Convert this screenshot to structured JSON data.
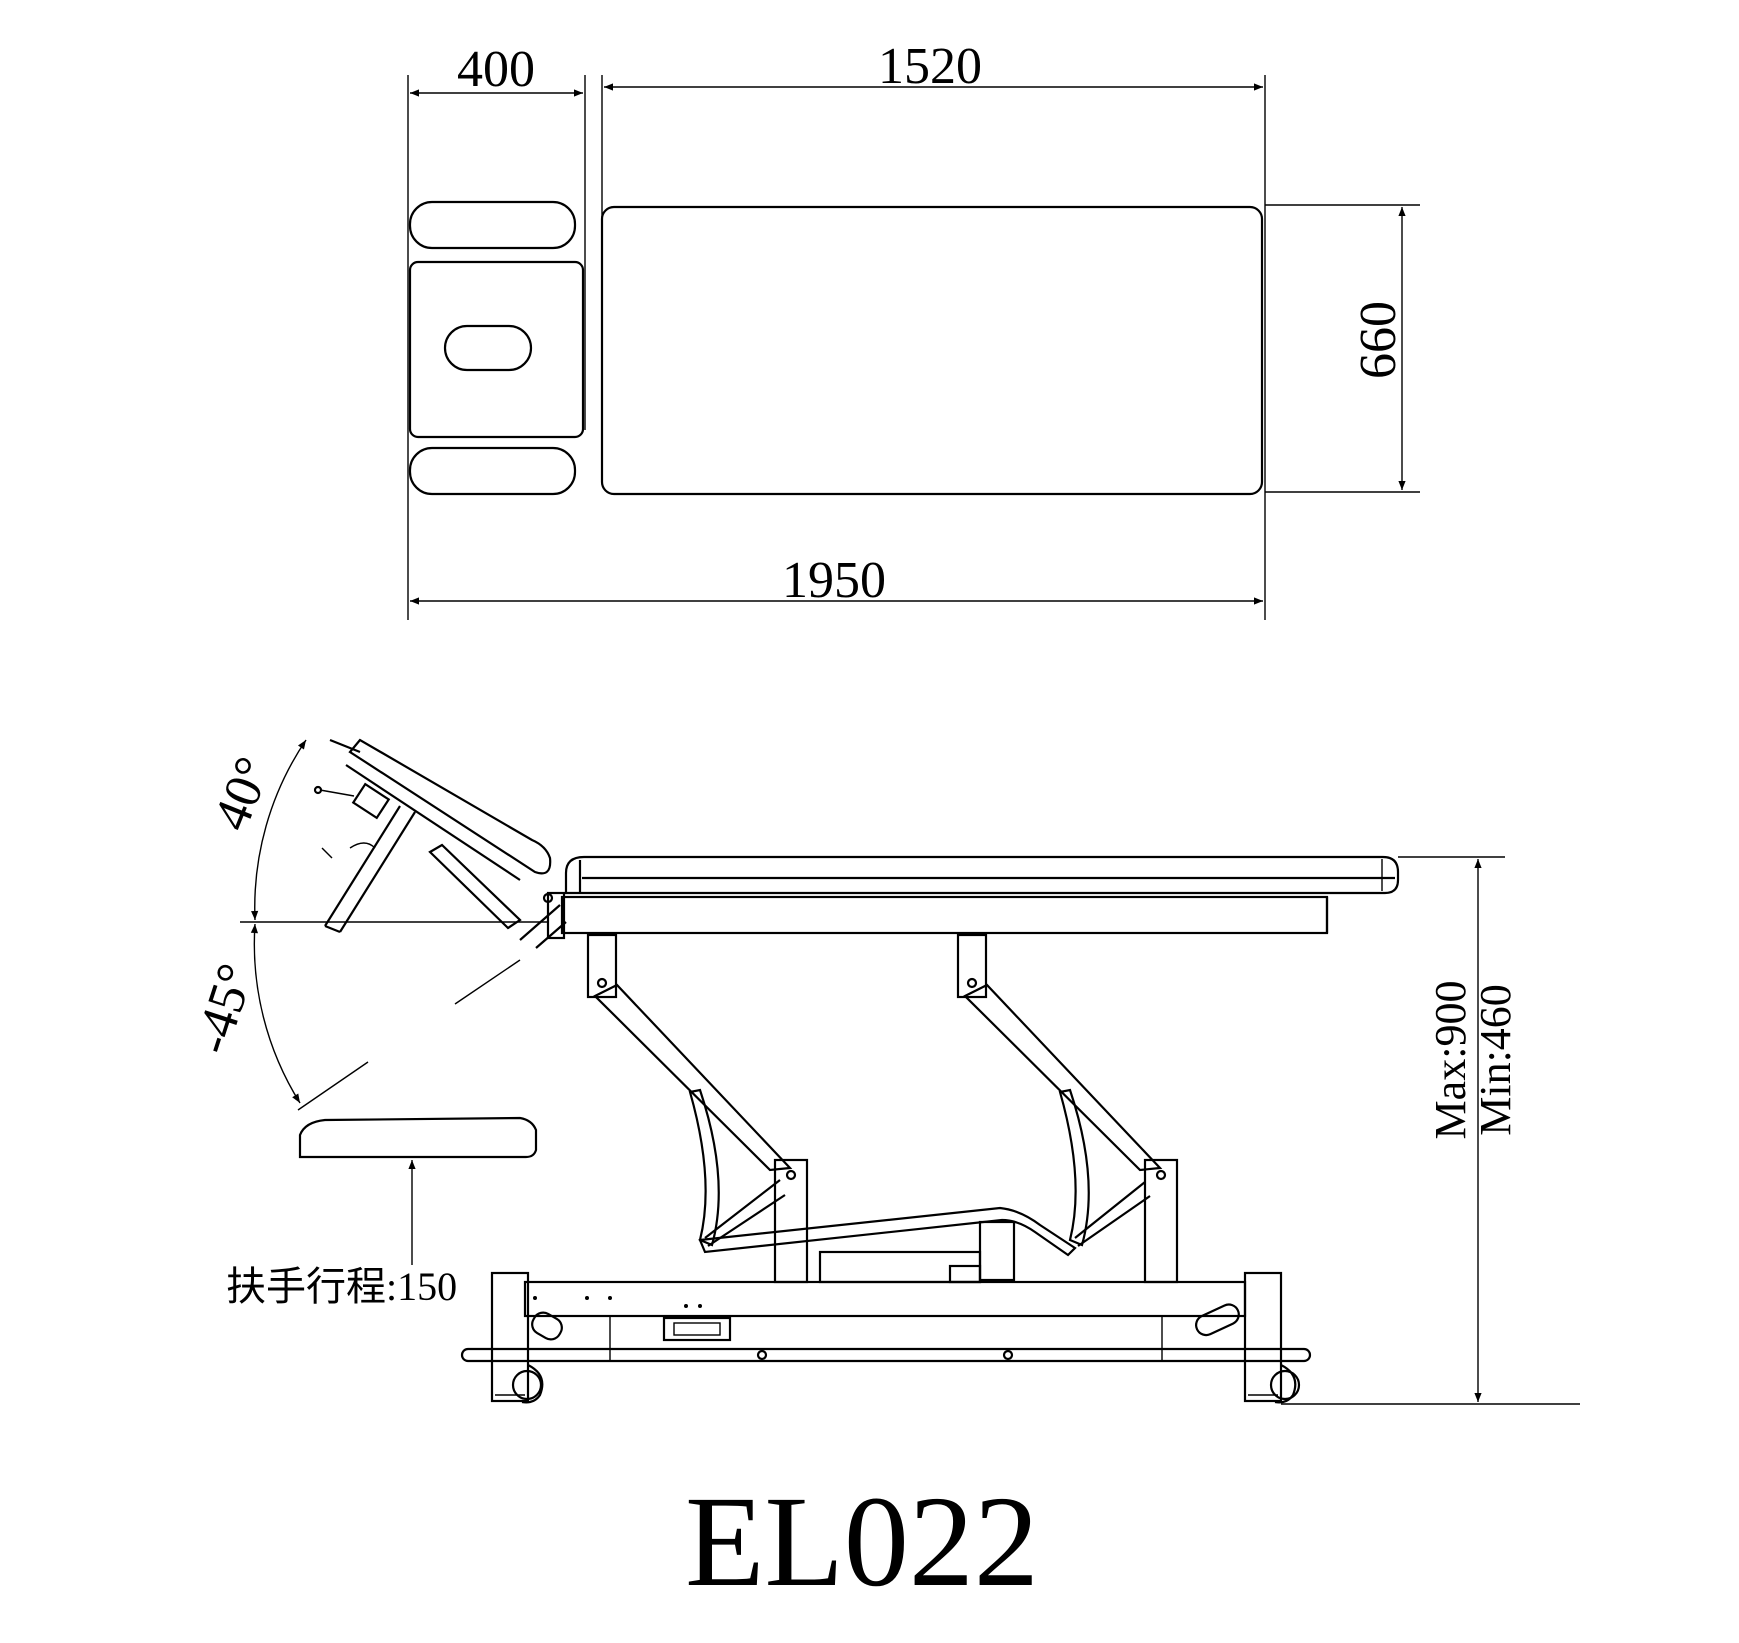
{
  "top_view": {
    "dims": {
      "head_width": "400",
      "body_length": "1520",
      "table_width": "660",
      "total_length": "1950"
    }
  },
  "side_view": {
    "angle_up": "40°",
    "angle_down": "-45°",
    "height_range": {
      "max": "Max:900",
      "min": "Min:460"
    },
    "armrest_travel": "扶手行程:150"
  },
  "model_name": "EL022"
}
